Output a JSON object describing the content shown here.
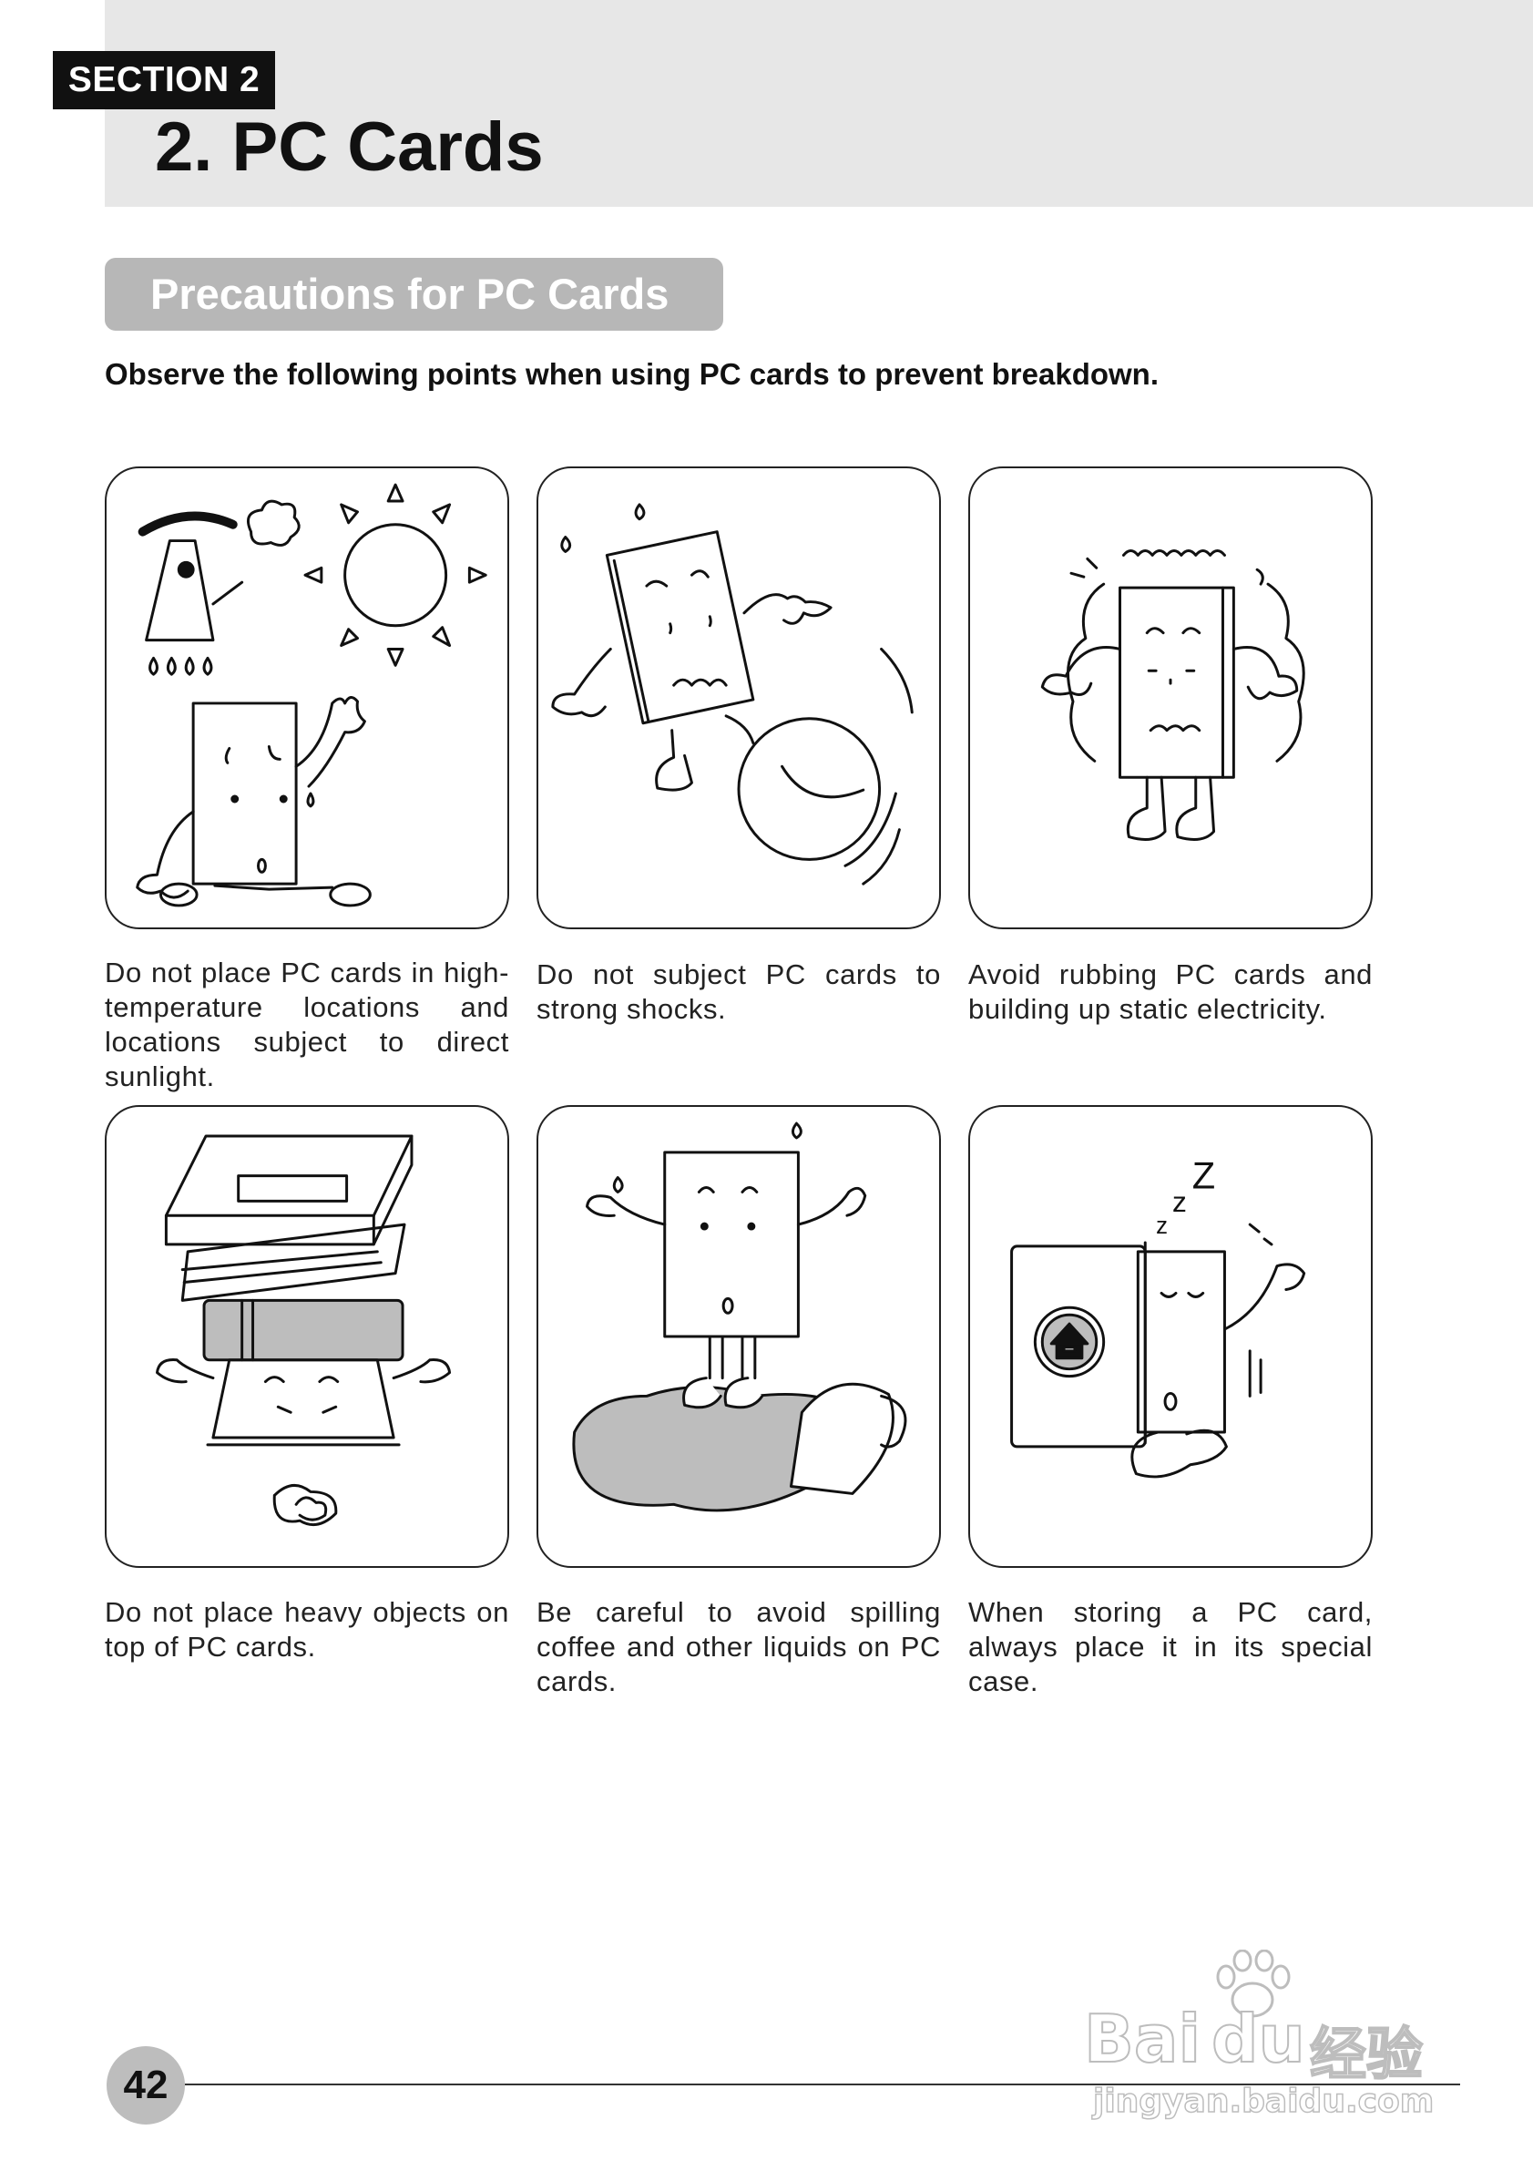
{
  "header": {
    "section_label": "SECTION 2",
    "title": "2. PC Cards"
  },
  "subheading": "Precautions for PC Cards",
  "intro": "Observe the following points when using PC cards to prevent breakdown.",
  "panels": [
    {
      "caption": "Do not place PC cards in high-temperature locations and locations subject to direct sunlight."
    },
    {
      "caption": "Do not subject PC cards to strong shocks."
    },
    {
      "caption": "Avoid rubbing PC cards and building up static electricity."
    },
    {
      "caption": "Do not place heavy objects on top of PC cards."
    },
    {
      "caption": "Be careful to avoid spilling coffee and other liquids on PC cards."
    },
    {
      "caption": "When storing a PC card, always place it in its special case."
    }
  ],
  "footer": {
    "page_number": "42"
  },
  "watermark": {
    "brand": "Bai",
    "brand2": "du",
    "cn": "经验",
    "url": "jingyan.baidu.com"
  },
  "colors": {
    "header_band": "#e7e7e7",
    "pill": "#b7b7b7",
    "tag": "#111111"
  }
}
